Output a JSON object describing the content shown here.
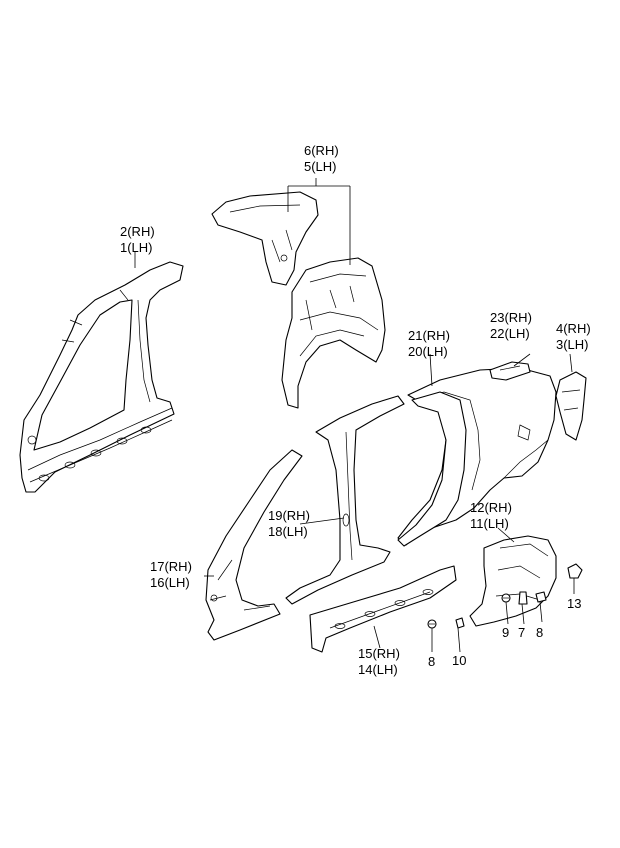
{
  "labels": {
    "p6": "6(RH)",
    "p5": "5(LH)",
    "p2": "2(RH)",
    "p1": "1(LH)",
    "p23": "23(RH)",
    "p22": "22(LH)",
    "p4": "4(RH)",
    "p3": "3(LH)",
    "p21": "21(RH)",
    "p20": "20(LH)",
    "p19": "19(RH)",
    "p18": "18(LH)",
    "p12": "12(RH)",
    "p11": "11(LH)",
    "p17": "17(RH)",
    "p16": "16(LH)",
    "p15": "15(RH)",
    "p14": "14(LH)",
    "p13": "13",
    "p9": "9",
    "p7": "7",
    "p8a": "8",
    "p8b": "8",
    "p10": "10"
  }
}
